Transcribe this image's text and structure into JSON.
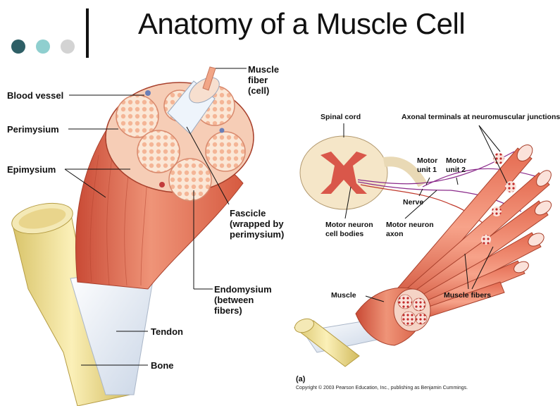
{
  "title": "Anatomy of a Muscle Cell",
  "colors": {
    "dot1": "#2e5f66",
    "dot2": "#8fcfcf",
    "dot3": "#d3d3d3",
    "muscle": "#e0735a",
    "bone": "#f0e0a0"
  },
  "left_diagram": {
    "muscle_fiber": [
      "Muscle",
      "fiber",
      "(cell)"
    ],
    "blood_vessel": "Blood vessel",
    "perimysium": "Perimysium",
    "epimysium": "Epimysium",
    "fascicle": [
      "Fascicle",
      "(wrapped by",
      "perimysium)"
    ],
    "endomysium": [
      "Endomysium",
      "(between",
      "fibers)"
    ],
    "tendon": "Tendon",
    "bone": "Bone"
  },
  "right_diagram": {
    "spinal_cord": "Spinal cord",
    "axonal_terminals": "Axonal terminals at neuromuscular junctions",
    "motor_unit_1": [
      "Motor",
      "unit 1"
    ],
    "motor_unit_2": [
      "Motor",
      "unit 2"
    ],
    "nerve": "Nerve",
    "motor_neuron_cell_bodies": [
      "Motor neuron",
      "cell bodies"
    ],
    "motor_neuron_axon": [
      "Motor neuron",
      "axon"
    ],
    "muscle": "Muscle",
    "muscle_fibers": "Muscle fibers",
    "figure_label": "(a)",
    "copyright": "Copyright © 2003 Pearson Education, Inc., publishing as Benjamin Cummings."
  }
}
